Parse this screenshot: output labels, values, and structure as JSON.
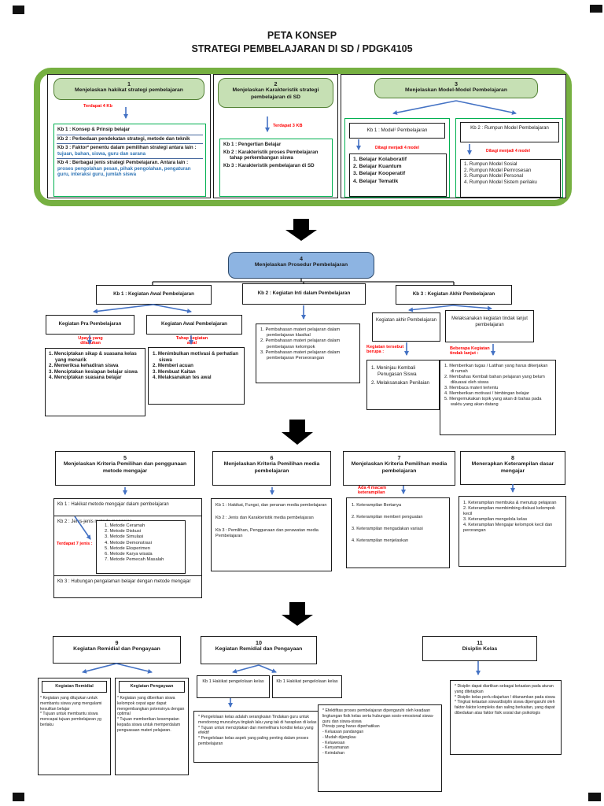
{
  "page": {
    "title1": "PETA KONSEP",
    "title2": "STRATEGI PEMBELAJARAN DI SD / PDGK4105"
  },
  "s1": {
    "num": "1",
    "title": "Menjelaskan hakikat strategi pembelajaran",
    "note": "Terdapat 4 Kb",
    "kb1": "Kb 1 : Konsep & Prinsip belajar",
    "kb2": "Kb 2 : Perbedaan pendekatan strategi, metode dan teknik",
    "kb3a": "Kb 3 : Faktor² penentu dalam pemilihan strategi antara lain : ",
    "kb3b": "tujuan, bahan, siswa, guru dan sarana",
    "kb4a": "Kb 4 : Berbagai jenis strategi Pembelajaran. Antara lain : ",
    "kb4b": "proses pengolahan pesan, pihak pengolahan, pengaturan guru, interaksi guru, jumlah siswa"
  },
  "s2": {
    "num": "2",
    "title": "Menjelaskan Karakteristik strategi pembelajaran di SD",
    "note": "Terdapat 3 KB",
    "items": [
      "Kb 1 : Pengertian Belajar",
      "Kb 2 : Karakteristik proses Pembelajaran tahap perkembangan siswa",
      "Kb 3 : Karakteristik pembelajaran di SD"
    ]
  },
  "s3": {
    "num": "3",
    "title": "Menjelaskan Model-Model Pembelajaran",
    "kb1": {
      "label": "Kb 1 : Model² Pembelajaran",
      "note": "Dibagi menjadi 4 model",
      "items": [
        "1. Belajar Kolaboratif",
        "2. Belajar Kuantum",
        "3. Belajar Kooperatif",
        "4. Belajar Tematik"
      ]
    },
    "kb2": {
      "label": "Kb 2 : Rumpun Model Pembelajaran",
      "note": "Dibagi menjadi 4 model",
      "items": [
        "1. Rumpun Model Sosial",
        "2. Rumpun Model Pemrosesan",
        "3. Rumpun Model Personal",
        "4. Rumpun Model Sistem perilaku"
      ]
    }
  },
  "s4": {
    "num": "4",
    "title": "Menjelaskan Prosedur Pembelajaran",
    "kb1": {
      "label": "Kb 1 : Kegiatan Awal Pembelajaran",
      "pra": {
        "label": "Kegiatan Pra Pembelajaran",
        "note": "Upaya yang dilakukan",
        "items": [
          "1. Menciptakan sikap & suasana kelas yang menarik",
          "2. Memeriksa kehadiran siswa",
          "3. Menciptakan kesiapan belajar siswa",
          "4. Menciptakan suasana belajar"
        ]
      },
      "awal": {
        "label": "Kegiatan Awal Pembelajaran",
        "note": "Tahap kegiatan awal",
        "items": [
          "1. Menimbulkan motivasi & perhatian siswa",
          "2. Memberi acuan",
          "3. Membuat Kaitan",
          "4. Melaksanakan tes awal"
        ]
      }
    },
    "kb2": {
      "label": "Kb 2 : Kegiatan Inti dalam Pembelajaran",
      "items": [
        "1. Pembahasan materi pelajaran dalam pembelajaran klasikal",
        "2. Pembahasan materi pelajaran dalam pembelajaran kelompok",
        "3. Pembahasan materi pelajaran dalam pembelajaran Perseorangan"
      ]
    },
    "kb3": {
      "label": "Kb 3 : Kegiatan Akhir Pembelajaran",
      "akhir": {
        "label": "Kegiatan akhir Pembelajaran",
        "note": "Kegiatan tersebut berupa :",
        "items": [
          "1. Meninjau Kembali Penugasan Siswa",
          "2. Melaksanakan Penilaian"
        ]
      },
      "lanjut": {
        "label": "Melaksanakan kegiatan tindak lanjut pembelajaran",
        "note": "Beberapa Kegiatan tindak lanjut :",
        "items": [
          "1. Memberikan tugas / Latihan yang harus dikerjakan di rumah",
          "2. Membahas Kembali bahan pelajaran yang belum dikuasai oleh siswa",
          "3. Membaca materi tertentu",
          "4. Memberikan motivasi / bimbingan belajar",
          "5. Mengemukakan topik yang akan di bahas pada waktu yang akan datang"
        ]
      }
    }
  },
  "s5": {
    "num": "5",
    "title": "Menjelaskan Kriteria Pemilihan dan penggunaan metode mengajar",
    "kb1": "Kb 1 : Hakikat metode mengajar dalam pembelajaran",
    "kb2": "Kb 2 : Jenis-jenis metode mengajar",
    "note": "Terdapat 7 jenis :",
    "methods": [
      "1. Metode Ceramah",
      "2. Metode Diskusi",
      "3. Metode Simulasi",
      "4. Metode Demonstrasi",
      "5. Metode Eksperimen",
      "6. Metode Karya wisata",
      "7. Metode Pemecah Masalah"
    ],
    "kb3": "Kb 3 : Hubungan pengalaman belajar dengan metode mengajar"
  },
  "s6": {
    "num": "6",
    "title": "Menjelaskan Kriteria Pemilihan media pembelajaran",
    "items": [
      "Kb 1 : Hakikat, Fungsi, dan peranan media pembelajaran",
      "Kb 2 : Jenis dan Karakteristik media pembelajaran",
      "Kb 3 : Pemilihan, Penggunaan dan perawatan media Pembelajaran"
    ]
  },
  "s7": {
    "num": "7",
    "title": "Menjelaskan Kriteria Pemilihan media pembelajaran",
    "note": "Ada 4 macam keterampilan",
    "items": [
      "1. Keterampilan Bertanya",
      "2. Keterampilan memberi penguatan",
      "3. Keterampilan mengadakan variasi",
      "4. Keterampilan menjelaskan"
    ]
  },
  "s8": {
    "num": "8",
    "title": "Menerapkan Keterampilan dasar mengajar",
    "items": [
      "1. Keterampilan membuka & menutup pelajaran",
      "2. Keterampilan membimbing diskusi kelompok kecil",
      "3. Keterampilan mengelola kelas",
      "4. Keterampilan Mengajar kelompok kecil dan perorangan"
    ]
  },
  "s9": {
    "num": "9",
    "title": "Kegiatan Remidial dan Pengayaan",
    "remidial": {
      "label": "Kegiatan Remidial",
      "text": "* Kegiatan yang ditujukan untuk membantu siswa yang mengalami kesulitan belajar\n* Tujuan untuk membantu siswa mencapai tujuan pembelajaran yg berlaku"
    },
    "pengayaan": {
      "label": "Kegiatan Pengayaan",
      "text": "* Kegiatan yang diberikan siswa kelompok cepat agar dapat mengembangkan potensinya dengan optimal\n* Tujuan memberikan kesempatan kepada siswa untuk memperdalam penguasaan materi pelajaran."
    }
  },
  "s10": {
    "num": "10",
    "title": "Kegiatan Remidial dan Pengayaan",
    "kb1": "Kb 1 Hakikat pengelolaan kelas",
    "kb2": "Kb 1 Hakikat pengelolaan kelas",
    "left": "* Pengelolaan kelas adalah serangkaian Tindakan guru untuk mendorong munculnya tingkah laku yang tak di harapkan di kelas\n* Tujuan untuk menciptakan dan memelihara kondisi kelas yang efektif\n* Pengelolaan kelas aspek yang paling penting dalam proses pembelajaran",
    "right": "* Efektifitas proses pembelajaran dipengaruhi oleh keadaan lingkungan fisik kelas serta hubungan sosio-emosional siswa-guru dan siswa-siswa\nPrinsip yang harus diperhatikan\n- Keluasan pandangan\n- Mudah dijangkau\n- Keluwesan\n- Kenyamanan\n- Keindahan"
  },
  "s11": {
    "num": "11",
    "title": "Disiplin Kelas",
    "text": "* Disiplin dapat diartikan sebagai ketaatan pada aturan yang ditetapkan\n* Disiplin kelas perlu diajarkan / ditanamkan pada siswa\n* Tingkat ketaatan siswa/disiplin siswa dipengaruhi oleh faktor-faktor kompleks dan saling berkaitan, yang dapat dibedakan atas faktor fisik sosial dan psikologis"
  }
}
